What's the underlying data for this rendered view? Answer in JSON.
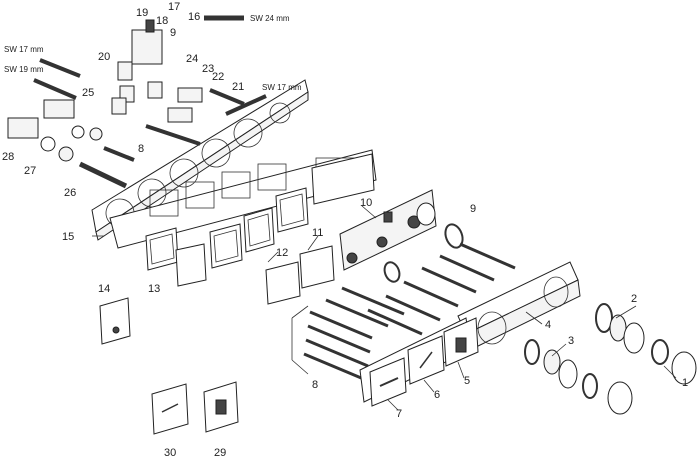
{
  "labels": {
    "n1": "1",
    "n2": "2",
    "n3": "3",
    "n4": "4",
    "n5": "5",
    "n6": "6",
    "n7": "7",
    "n8": "8",
    "n8b": "8",
    "n9": "9",
    "n9b": "9",
    "n10": "10",
    "n11": "11",
    "n12": "12",
    "n13": "13",
    "n14": "14",
    "n15": "15",
    "n16": "16",
    "n17": "17",
    "n18": "18",
    "n19": "19",
    "n20": "20",
    "n21": "21",
    "n22": "22",
    "n23": "23",
    "n24": "24",
    "n25": "25",
    "n26": "26",
    "n27": "27",
    "n28": "28",
    "n29": "29",
    "n30": "30"
  },
  "wrench_labels": {
    "w24": "SW 24 mm",
    "w17a": "SW 17 mm",
    "w19": "SW 19 mm",
    "w17b": "SW 17 mm"
  }
}
